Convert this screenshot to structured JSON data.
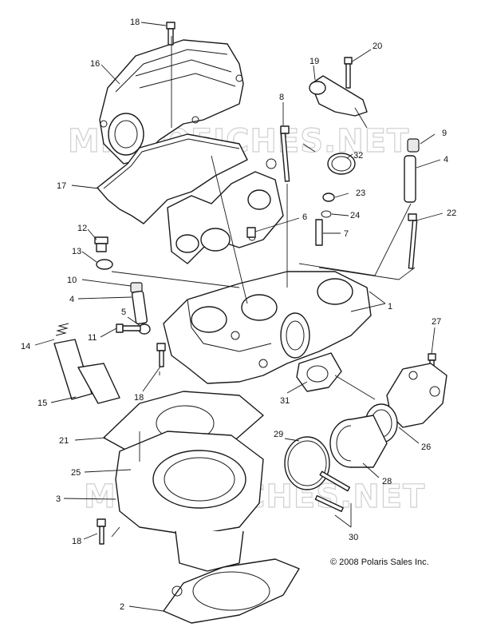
{
  "watermark": "MICROFICHES.NET",
  "copyright": "© 2008 Polaris Sales Inc.",
  "callouts": [
    "18",
    "16",
    "19",
    "20",
    "8",
    "9",
    "32",
    "4",
    "17",
    "23",
    "24",
    "6",
    "22",
    "7",
    "12",
    "13",
    "10",
    "4",
    "1",
    "5",
    "11",
    "14",
    "27",
    "18",
    "31",
    "15",
    "21",
    "29",
    "26",
    "25",
    "28",
    "3",
    "18",
    "30",
    "2"
  ]
}
